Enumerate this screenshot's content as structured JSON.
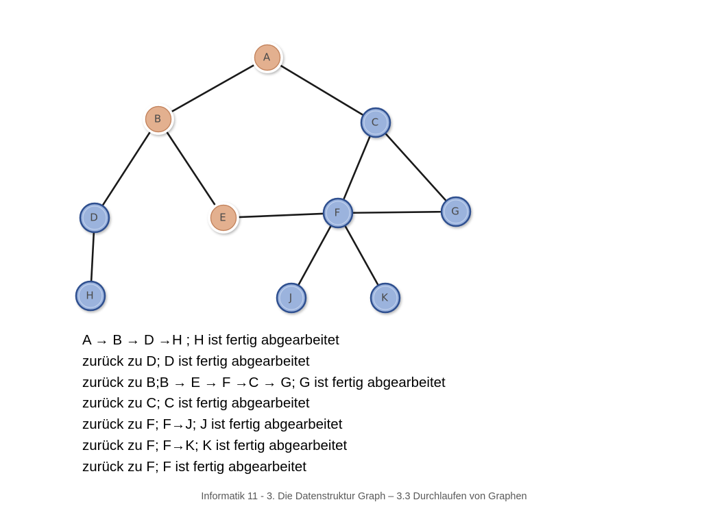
{
  "graph": {
    "nodes": [
      {
        "id": "A",
        "label": "A",
        "state": "visited"
      },
      {
        "id": "B",
        "label": "B",
        "state": "visited"
      },
      {
        "id": "C",
        "label": "C",
        "state": "unvisited"
      },
      {
        "id": "D",
        "label": "D",
        "state": "unvisited"
      },
      {
        "id": "E",
        "label": "E",
        "state": "visited"
      },
      {
        "id": "F",
        "label": "F",
        "state": "unvisited"
      },
      {
        "id": "G",
        "label": "G",
        "state": "unvisited"
      },
      {
        "id": "H",
        "label": "H",
        "state": "unvisited"
      },
      {
        "id": "J",
        "label": "J",
        "state": "unvisited"
      },
      {
        "id": "K",
        "label": "K",
        "state": "unvisited"
      }
    ],
    "edges": [
      [
        "A",
        "B"
      ],
      [
        "A",
        "C"
      ],
      [
        "B",
        "D"
      ],
      [
        "B",
        "E"
      ],
      [
        "C",
        "F"
      ],
      [
        "C",
        "G"
      ],
      [
        "D",
        "H"
      ],
      [
        "E",
        "F"
      ],
      [
        "F",
        "G"
      ],
      [
        "F",
        "J"
      ],
      [
        "F",
        "K"
      ]
    ],
    "colors": {
      "visited_fill": "#e3b08f",
      "visited_stroke": "#c0805a",
      "unvisited_fill": "#9bb3dd",
      "unvisited_stroke": "#2f4f8f",
      "edge": "#1a1a1a"
    }
  },
  "steps": [
    "A → B → D →H ; H ist fertig abgearbeitet",
    "zurück zu D; D ist fertig abgearbeitet",
    "zurück zu B;B → E → F →C → G; G ist fertig abgearbeitet",
    "zurück zu C; C ist fertig abgearbeitet",
    "zurück zu F; F→J; J ist fertig abgearbeitet",
    "zurück zu F; F→K; K ist fertig abgearbeitet",
    "zurück zu F; F ist fertig abgearbeitet"
  ],
  "footer": "Informatik 11 - 3. Die Datenstruktur Graph – 3.3 Durchlaufen von Graphen"
}
